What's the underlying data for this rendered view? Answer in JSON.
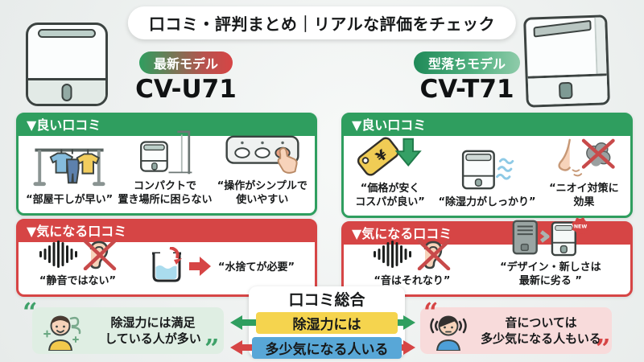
{
  "banner": {
    "title": "口コミ・評判まとめ｜リアルな評価をチェック"
  },
  "left_model": {
    "badge": "最新モデル",
    "name": "CV-U71"
  },
  "right_model": {
    "badge": "型落ちモデル",
    "name": "CV-T71"
  },
  "labels": {
    "good": "▼良い口コミ",
    "concern": "▼気になる口コミ"
  },
  "left_good": {
    "item1": {
      "icon": "laundry-drying",
      "text": "“部屋干しが早い”"
    },
    "item2": {
      "icon": "compact-placement",
      "text": "コンパクトで\n置き場所に困らない"
    },
    "item3": {
      "icon": "simple-controls",
      "text": "“操作がシンプルで\n使いやすい"
    }
  },
  "left_concern": {
    "item1": {
      "icon": "noise-crossed-ear",
      "text": "“静音ではない”"
    },
    "item2": {
      "icon": "water-tank-empty",
      "text": "“水捨てが必要”"
    }
  },
  "right_good": {
    "item1": {
      "icon": "price-tag-down-arrow",
      "text": "“価格が安く\nコスパが良い”"
    },
    "item2": {
      "icon": "dehumidifier-airflow",
      "text": "“除湿力がしっかり”"
    },
    "item3": {
      "icon": "nose-odor-blocked",
      "text": "“ニオイ対策に\n効果"
    }
  },
  "right_concern": {
    "item1": {
      "icon": "noise-crossed-ear",
      "text": "“音はそれなり”"
    },
    "item2": {
      "icon": "old-vs-new-model",
      "text": "“デザイン・新しさは\n最新に劣る ”"
    }
  },
  "summary": {
    "title": "口コミ総合",
    "highlight_yellow": "除湿力には",
    "highlight_blue": "多少気になる人いる",
    "left_quote": "除湿力には満足\nしている人が多い",
    "right_quote": "音については\n多少気になる人もいる",
    "quote_open": "“",
    "quote_close": "”"
  },
  "glyphs": {
    "yen": "¥",
    "new_badge": "NEW"
  },
  "colors": {
    "good_green": "#2f9e5f",
    "concern_red": "#d64545",
    "highlight_yellow": "#f5d44e",
    "highlight_blue": "#58a7d7",
    "quote_box_green": "#dfeee3",
    "quote_box_pink": "#f8dbdb"
  }
}
